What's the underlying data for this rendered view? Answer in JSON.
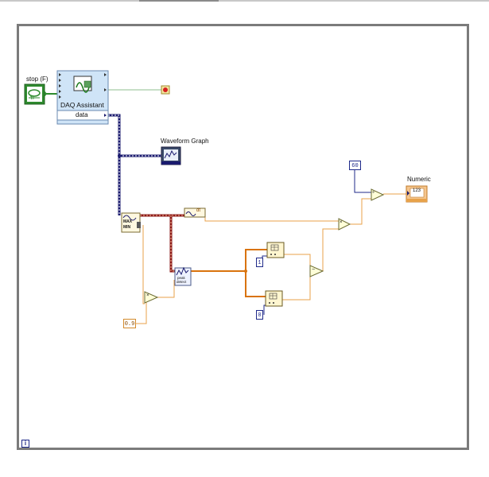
{
  "stop_terminal": {
    "label": "stop (F)",
    "glyph": "TF"
  },
  "daq_assistant": {
    "title": "DAQ Assistant",
    "output": "data"
  },
  "waveform_graph": {
    "label": "Waveform Graph"
  },
  "numeric": {
    "label": "Numeric",
    "display": "123"
  },
  "constants": {
    "sixty": "60",
    "zero_nine": "0.9",
    "one": "1",
    "zero": "0"
  },
  "maxmin": {
    "max": "MAX",
    "min": "MIN"
  },
  "peak_detect": {
    "line1": "peak",
    "line2": "detect"
  },
  "dt_node": {
    "label": "dt"
  },
  "operators": {
    "mult1": "×",
    "mult2": "×",
    "subtract": "−",
    "divide": "÷"
  },
  "iteration_terminal": {
    "glyph": "i"
  },
  "colors": {
    "dynamic_wire": "#1a1a6e",
    "double_wire": "#e8a24a",
    "orange_bold": "#d9730d",
    "int_wire": "#1f2a8a",
    "bool_wire": "#2e8b2e",
    "graph_bg": "#3a4a6a",
    "numeric_bg": "#f5c68e"
  }
}
